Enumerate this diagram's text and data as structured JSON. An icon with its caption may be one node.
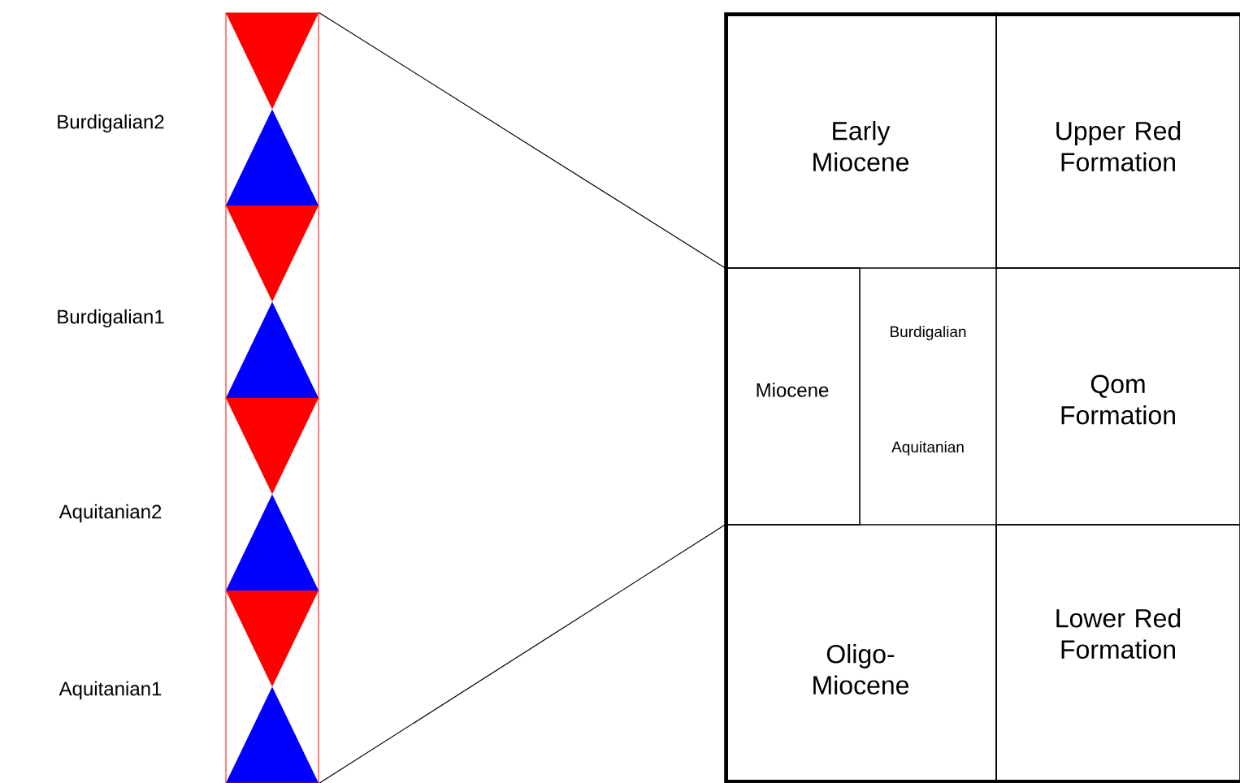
{
  "diagram": {
    "nodes": [
      {
        "text": [],
        "shape": "bar"
      },
      {
        "text": [
          "Early Miocene"
        ]
      },
      {
        "text": [
          "Upper Red Formation"
        ]
      },
      {
        "text": [
          "Miocene"
        ]
      },
      {
        "text": [
          "Burdigalian"
        ]
      },
      {
        "text": [
          "Aquitanian"
        ]
      },
      {
        "text": [
          "Qom Formation"
        ]
      },
      {
        "text": [
          "Oligo-Miocene"
        ]
      },
      {
        "text": [
          "Lower Red Formation"
        ]
      }
    ],
    "edges": [
      {
        "from": 0,
        "to": 3,
        "arrow": "none"
      },
      {
        "from": 0,
        "to": 3,
        "arrow": "none"
      }
    ],
    "labels": [
      "Burdigalian2",
      "Burdigalian1",
      "Aquitanian2",
      "Aquitanian1"
    ]
  }
}
